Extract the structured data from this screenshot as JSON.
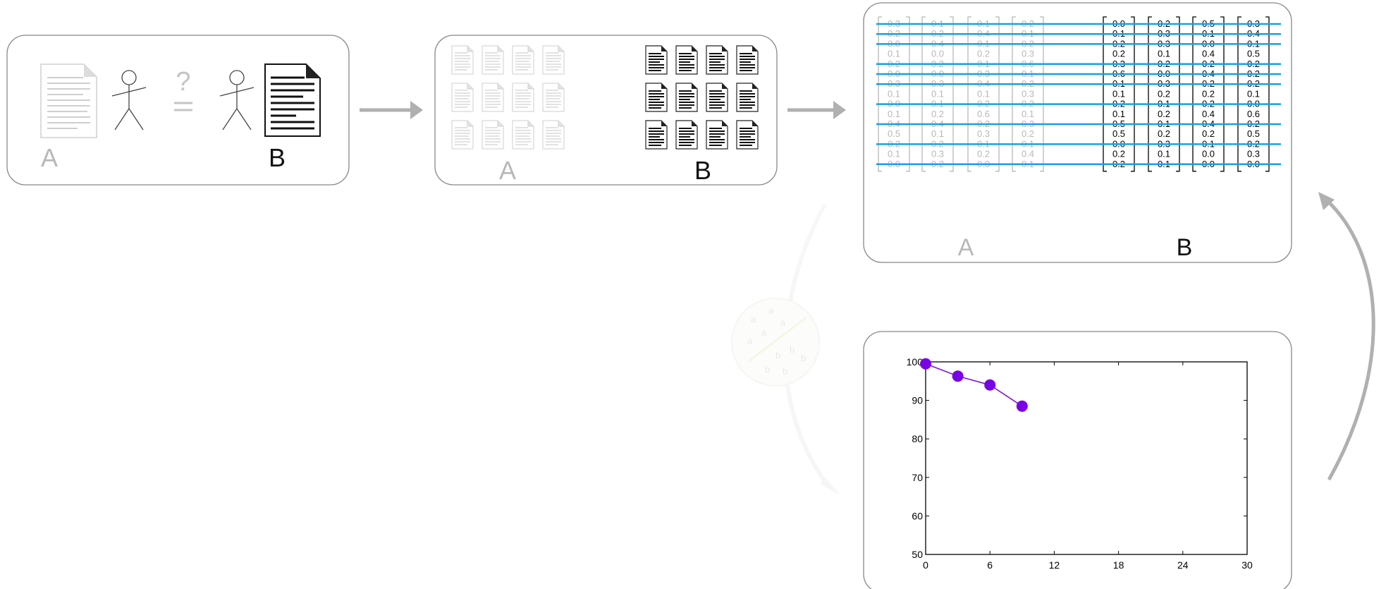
{
  "panel1": {
    "label_a": "A",
    "label_b": "B",
    "question": "?",
    "equals": "="
  },
  "panel2": {
    "label_a": "A",
    "label_b": "B"
  },
  "panel3": {
    "label_a": "A",
    "label_b": "B",
    "matrix_a": [
      [
        "0.3",
        "0.1",
        "0.1",
        "0.2"
      ],
      [
        "0.2",
        "0.2",
        "0.4",
        "0.1"
      ],
      [
        "0.0",
        "0.4",
        "0.1",
        "0.2"
      ],
      [
        "0.1",
        "0.0",
        "0.2",
        "0.3"
      ],
      [
        "0.2",
        "0.2",
        "0.1",
        "0.6"
      ],
      [
        "0.0",
        "0.0",
        "0.3",
        "0.1"
      ],
      [
        "0.3",
        "0.3",
        "0.4",
        "0.2"
      ],
      [
        "0.1",
        "0.1",
        "0.1",
        "0.3"
      ],
      [
        "0.0",
        "0.1",
        "0.2",
        "0.2"
      ],
      [
        "0.1",
        "0.2",
        "0.6",
        "0.1"
      ],
      [
        "0.4",
        "0.4",
        "0.2",
        "0.3"
      ],
      [
        "0.5",
        "0.1",
        "0.3",
        "0.2"
      ],
      [
        "0.2",
        "0.2",
        "0.1",
        "0.1"
      ],
      [
        "0.1",
        "0.3",
        "0.2",
        "0.4"
      ],
      [
        "0.0",
        "0.2",
        "0.0",
        "0.1"
      ]
    ],
    "matrix_b": [
      [
        "0.0",
        "0.2",
        "0.5",
        "0.3"
      ],
      [
        "0.1",
        "0.3",
        "0.1",
        "0.4"
      ],
      [
        "0.2",
        "0.3",
        "0.0",
        "0.1"
      ],
      [
        "0.2",
        "0.1",
        "0.4",
        "0.5"
      ],
      [
        "0.3",
        "0.2",
        "0.2",
        "0.2"
      ],
      [
        "0.6",
        "0.0",
        "0.4",
        "0.2"
      ],
      [
        "0.1",
        "0.3",
        "0.2",
        "0.2"
      ],
      [
        "0.1",
        "0.2",
        "0.2",
        "0.1"
      ],
      [
        "0.2",
        "0.1",
        "0.2",
        "0.0"
      ],
      [
        "0.1",
        "0.2",
        "0.4",
        "0.6"
      ],
      [
        "0.5",
        "0.1",
        "0.4",
        "0.2"
      ],
      [
        "0.5",
        "0.2",
        "0.2",
        "0.5"
      ],
      [
        "0.0",
        "0.3",
        "0.1",
        "0.2"
      ],
      [
        "0.2",
        "0.1",
        "0.0",
        "0.3"
      ],
      [
        "0.2",
        "0.1",
        "0.0",
        "0.0"
      ]
    ],
    "struck_rows": [
      0,
      1,
      2,
      4,
      5,
      6,
      8,
      10,
      12,
      14
    ]
  },
  "classifier": {
    "letters_a": [
      "a",
      "a",
      "a",
      "a",
      "a"
    ],
    "letters_b": [
      "b",
      "b",
      "b",
      "b",
      "b"
    ]
  },
  "colors": {
    "highlight": "#1a9fe8",
    "series": "#7a00e6",
    "faded_text": "#b8b8b8",
    "arrow": "#b0b0b0",
    "panel_border": "#888888"
  },
  "chart_data": {
    "type": "line",
    "x": [
      0,
      3,
      6,
      9
    ],
    "y": [
      99.5,
      96.3,
      94.0,
      88.5
    ],
    "xlim": [
      0,
      30
    ],
    "ylim": [
      50,
      100
    ],
    "xticks": [
      "0",
      "6",
      "12",
      "18",
      "24",
      "30"
    ],
    "yticks": [
      "50",
      "60",
      "70",
      "80",
      "90",
      "100"
    ],
    "grid": false,
    "marker": "circle"
  }
}
